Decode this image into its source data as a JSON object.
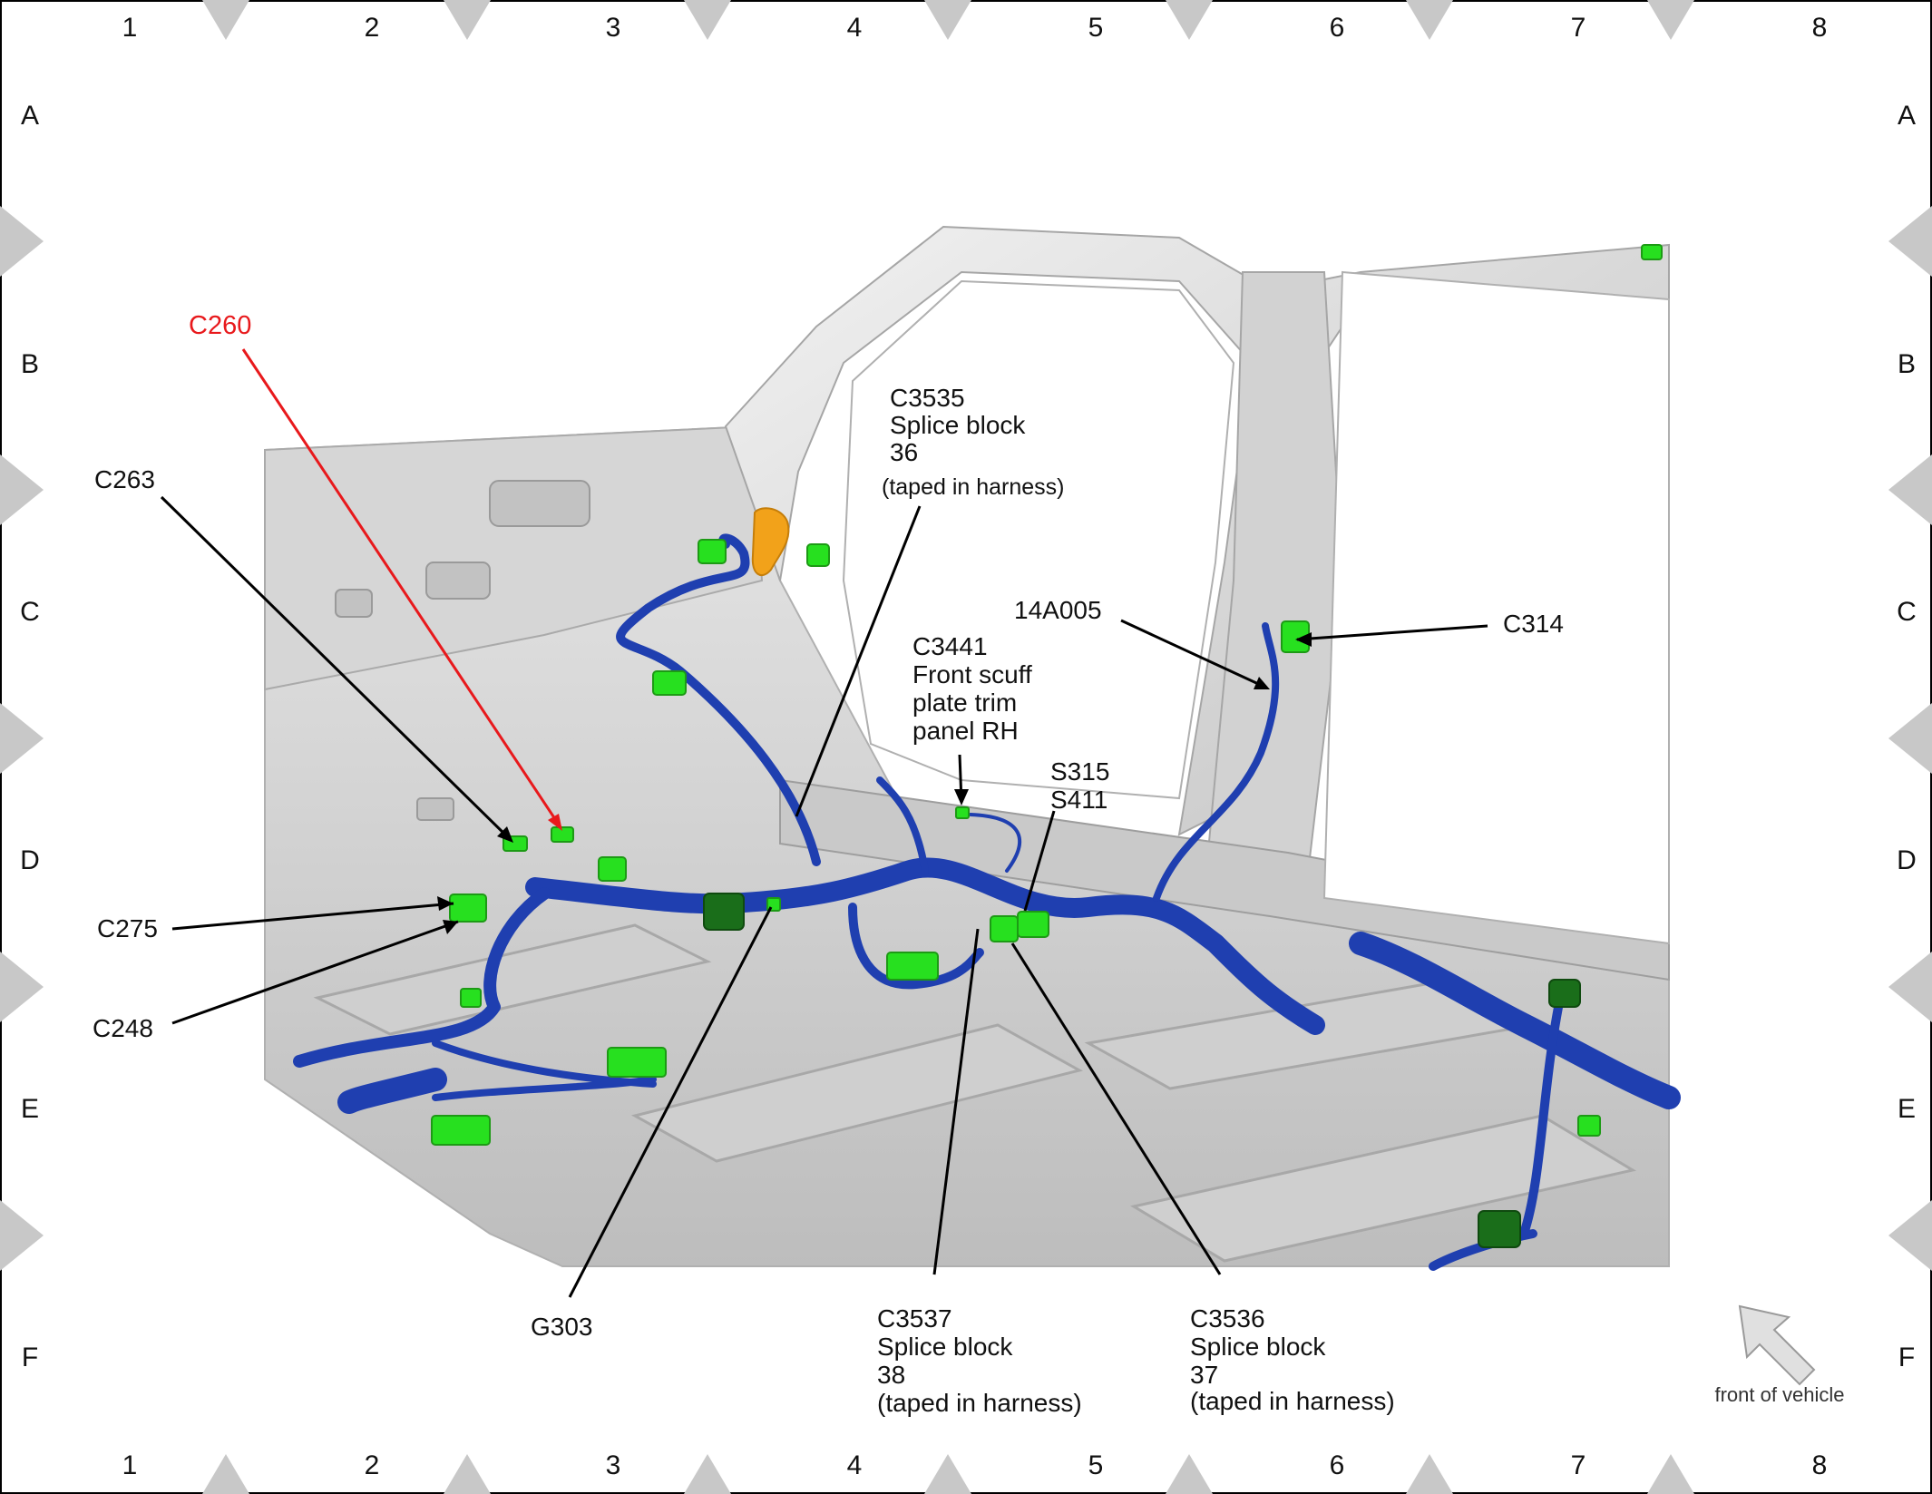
{
  "grid": {
    "columns": [
      "1",
      "2",
      "3",
      "4",
      "5",
      "6",
      "7",
      "8"
    ],
    "rows": [
      "A",
      "B",
      "C",
      "D",
      "E",
      "F"
    ]
  },
  "labels": {
    "c260": "C260",
    "c263": "C263",
    "c275": "C275",
    "c248": "C248",
    "g303": "G303",
    "c3535": [
      "C3535",
      "Splice block",
      "36",
      "(taped in harness)"
    ],
    "c3441": [
      "C3441",
      "Front scuff",
      "plate trim",
      "panel RH"
    ],
    "s315": "S315",
    "s411": "S411",
    "a14a005": "14A005",
    "c314": "C314",
    "c3537": [
      "C3537",
      "Splice block",
      "38",
      "(taped in harness)"
    ],
    "c3536": [
      "C3536",
      "Splice block",
      "37",
      "(taped in harness)"
    ]
  },
  "front_of_vehicle": "front of vehicle",
  "colors": {
    "highlight": "#e8191c",
    "harness": "#1f3fb0",
    "connector": "#27e01f",
    "body_panel": "#dcdcdc",
    "grid_marker": "#c8c8c8"
  }
}
